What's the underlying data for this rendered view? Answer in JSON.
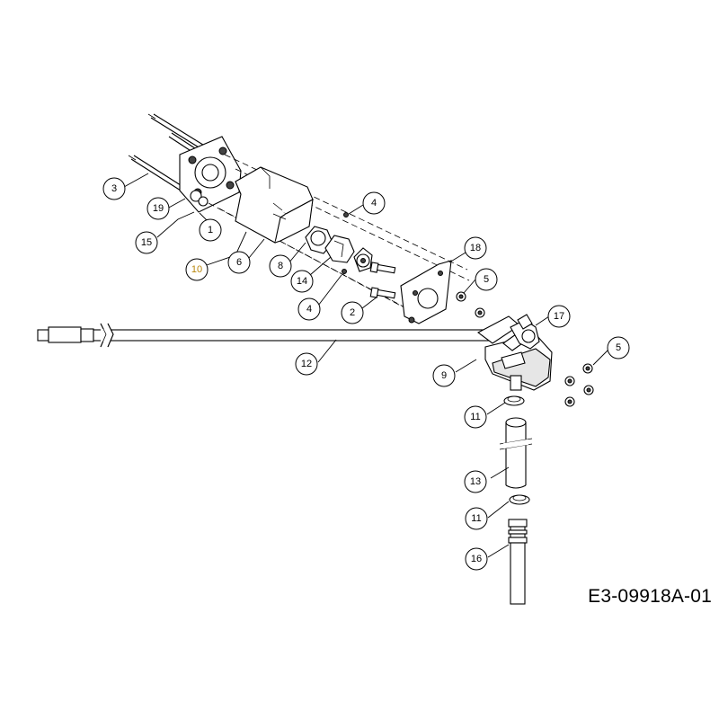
{
  "drawing_code": "E3-09918A-01",
  "callouts": [
    {
      "label": "3"
    },
    {
      "label": "19"
    },
    {
      "label": "15"
    },
    {
      "label": "1"
    },
    {
      "label": "10"
    },
    {
      "label": "6"
    },
    {
      "label": "8"
    },
    {
      "label": "14"
    },
    {
      "label": "4"
    },
    {
      "label": "4"
    },
    {
      "label": "2"
    },
    {
      "label": "18"
    },
    {
      "label": "5"
    },
    {
      "label": "17"
    },
    {
      "label": "12"
    },
    {
      "label": "9"
    },
    {
      "label": "5"
    },
    {
      "label": "11"
    },
    {
      "label": "13"
    },
    {
      "label": "11"
    },
    {
      "label": "16"
    }
  ]
}
